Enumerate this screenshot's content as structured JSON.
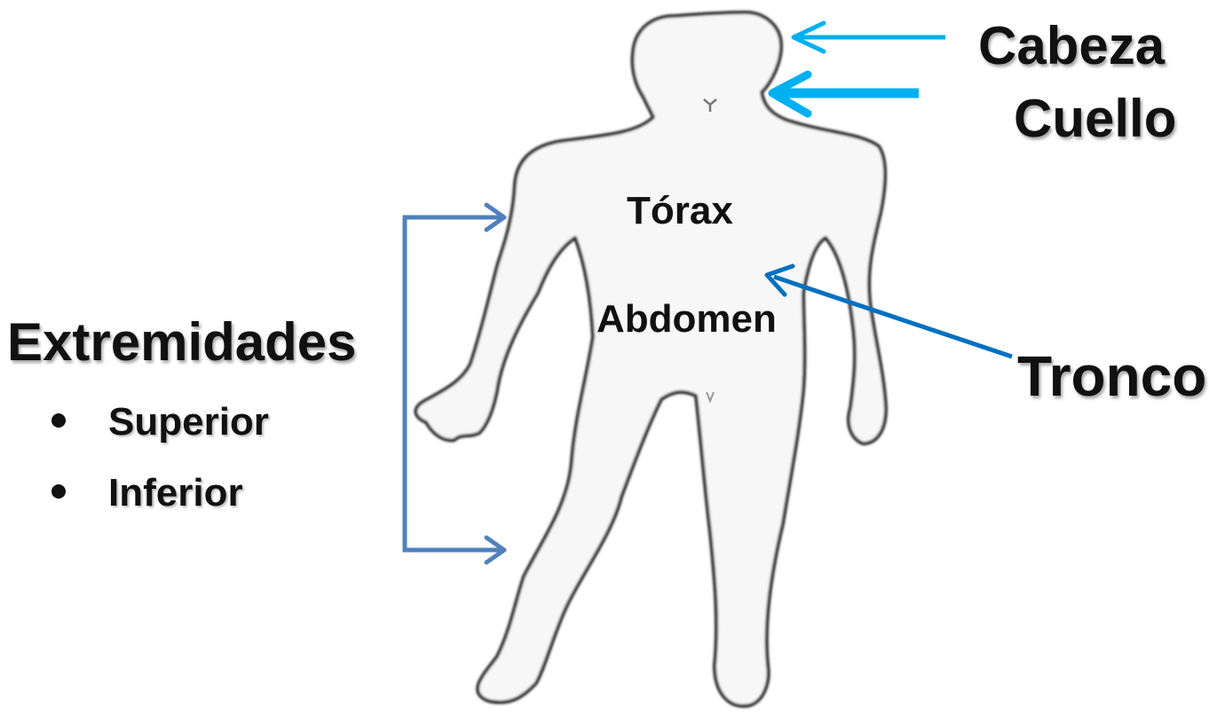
{
  "labels": {
    "cabeza": "Cabeza",
    "cuello": "Cuello",
    "tronco": "Tronco",
    "torax": "Tórax",
    "abdomen": "Abdomen",
    "extremidades": "Extremidades"
  },
  "extremidades_items": [
    "Superior",
    "Inferior"
  ],
  "colors": {
    "head_neck_arrow": "#00b0f0",
    "trunk_arrow": "#0070c0",
    "limbs_bracket": "#4f81bd",
    "body_fill": "#f7f7f7",
    "body_outline": "#2b2b2b",
    "text": "#111111"
  }
}
